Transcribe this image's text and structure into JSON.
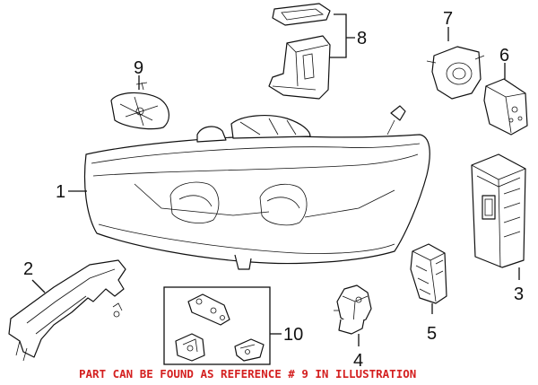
{
  "callouts": [
    "1",
    "2",
    "3",
    "4",
    "5",
    "6",
    "7",
    "8",
    "9",
    "10"
  ],
  "note": "PART CAN BE FOUND AS REFERENCE # 9 IN ILLUSTRATION",
  "colors": {
    "note": "#d42020",
    "line": "#111111",
    "background": "#ffffff"
  }
}
